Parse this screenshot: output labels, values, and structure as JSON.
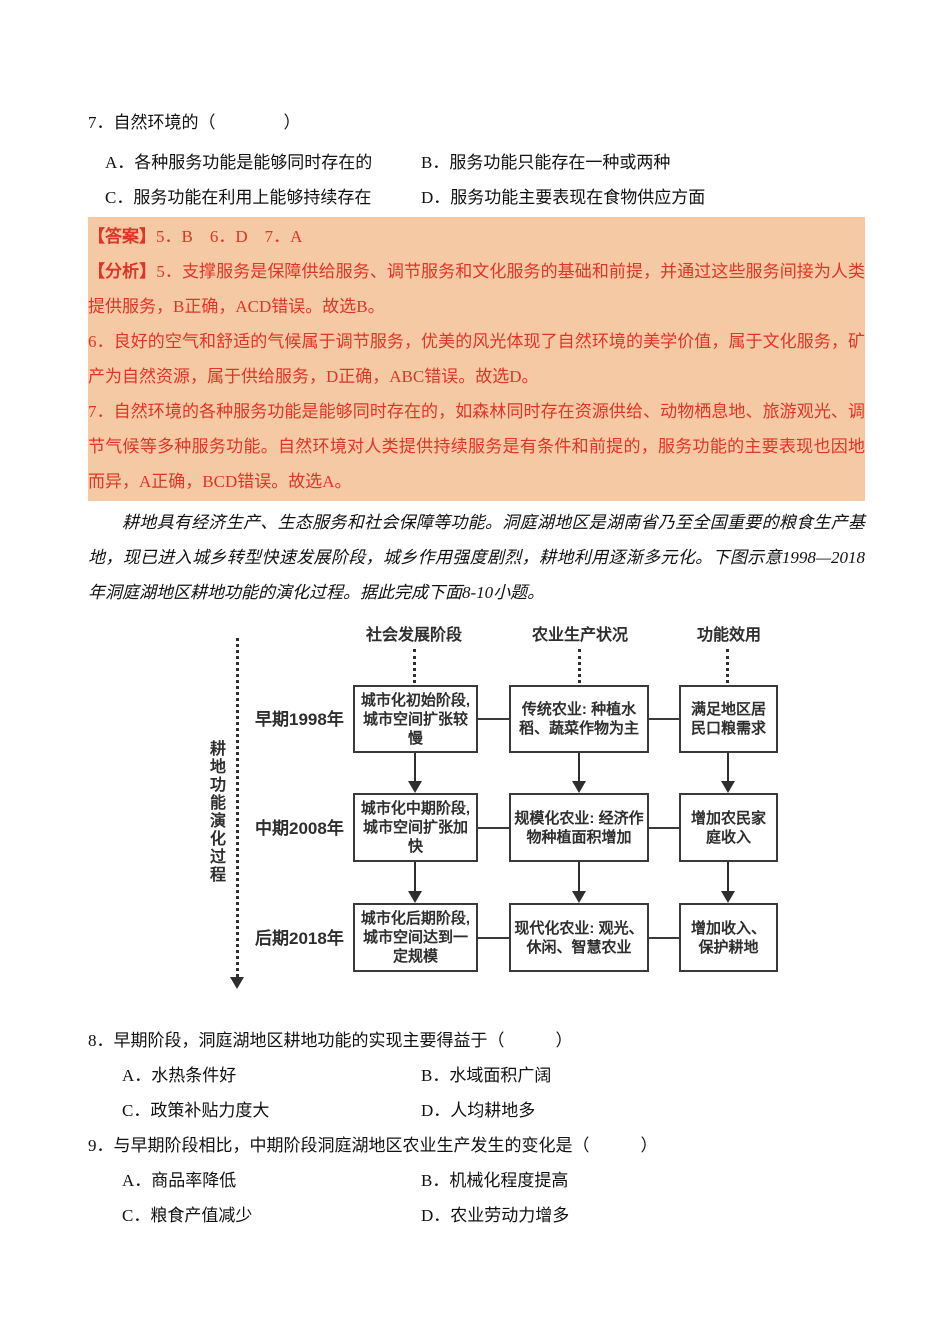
{
  "colors": {
    "highlight_bg": "#f6c9a5",
    "highlight_text": "#df3526",
    "ink": "#111111",
    "figure_ink": "#2e2e2e"
  },
  "q7": {
    "num": "7．",
    "stem": "自然环境的（　　　　）",
    "optA": "A．各种服务功能是能够同时存在的",
    "optB": "B．服务功能只能存在一种或两种",
    "optC": "C．服务功能在利用上能够持续存在",
    "optD": "D．服务功能主要表现在食物供应方面"
  },
  "answers": {
    "answer_label": "【答案】",
    "answer_values": "5．B　6．D　7．A",
    "analysis_label": "【分析】",
    "analysis_5": "5．支撑服务是保障供给服务、调节服务和文化服务的基础和前提，并通过这些服务间接为人类提供服务，B正确，ACD错误。故选B。",
    "analysis_6": "6．良好的空气和舒适的气候属于调节服务，优美的风光体现了自然环境的美学价值，属于文化服务，矿产为自然资源，属于供给服务，D正确，ABC错误。故选D。",
    "analysis_7": "7．自然环境的各种服务功能是能够同时存在的，如森林同时存在资源供给、动物栖息地、旅游观光、调节气候等多种服务功能。自然环境对人类提供持续服务是有条件和前提的，服务功能的主要表现也因地而异，A正确，BCD错误。故选A。"
  },
  "passage": "耕地具有经济生产、生态服务和社会保障等功能。洞庭湖地区是湖南省乃至全国重要的粮食生产基地，现已进入城乡转型快速发展阶段，城乡作用强度剧烈，耕地利用逐渐多元化。下图示意1998—2018年洞庭湖地区耕地功能的演化过程。据此完成下面8-10小题。",
  "figure": {
    "axis_label": "耕地功能演化过程",
    "headers": [
      "社会发展阶段",
      "农业生产状况",
      "功能效用"
    ],
    "row_labels": [
      "早期1998年",
      "中期2008年",
      "后期2018年"
    ],
    "boxes": [
      [
        "城市化初始阶段,城市空间扩张较慢",
        "传统农业: 种植水稻、蔬菜作物为主",
        "满足地区居民口粮需求"
      ],
      [
        "城市化中期阶段,城市空间扩张加快",
        "规模化农业: 经济作物种植面积增加",
        "增加农民家庭收入"
      ],
      [
        "城市化后期阶段,城市空间达到一定规模",
        "现代化农业: 观光、休闲、智慧农业",
        "增加收入、保护耕地"
      ]
    ]
  },
  "q8": {
    "num": "8．",
    "stem": "早期阶段，洞庭湖地区耕地功能的实现主要得益于（　　　）",
    "optA": "A．水热条件好",
    "optB": "B．水域面积广阔",
    "optC": "C．政策补贴力度大",
    "optD": "D．人均耕地多"
  },
  "q9": {
    "num": "9．",
    "stem": "与早期阶段相比，中期阶段洞庭湖地区农业生产发生的变化是（　　　）",
    "optA": "A．商品率降低",
    "optB": "B．机械化程度提高",
    "optC": "C．粮食产值减少",
    "optD": "D．农业劳动力增多"
  }
}
